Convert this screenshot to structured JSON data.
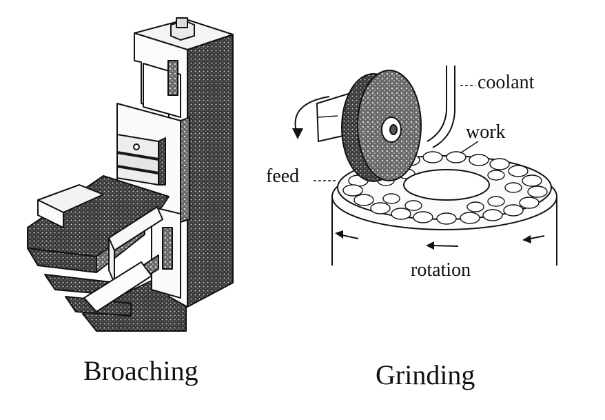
{
  "figure": {
    "left_caption": "Broaching",
    "right_caption": "Grinding",
    "labels": {
      "coolant": "coolant",
      "work": "work",
      "feed": "feed",
      "rotation": "rotation"
    }
  }
}
